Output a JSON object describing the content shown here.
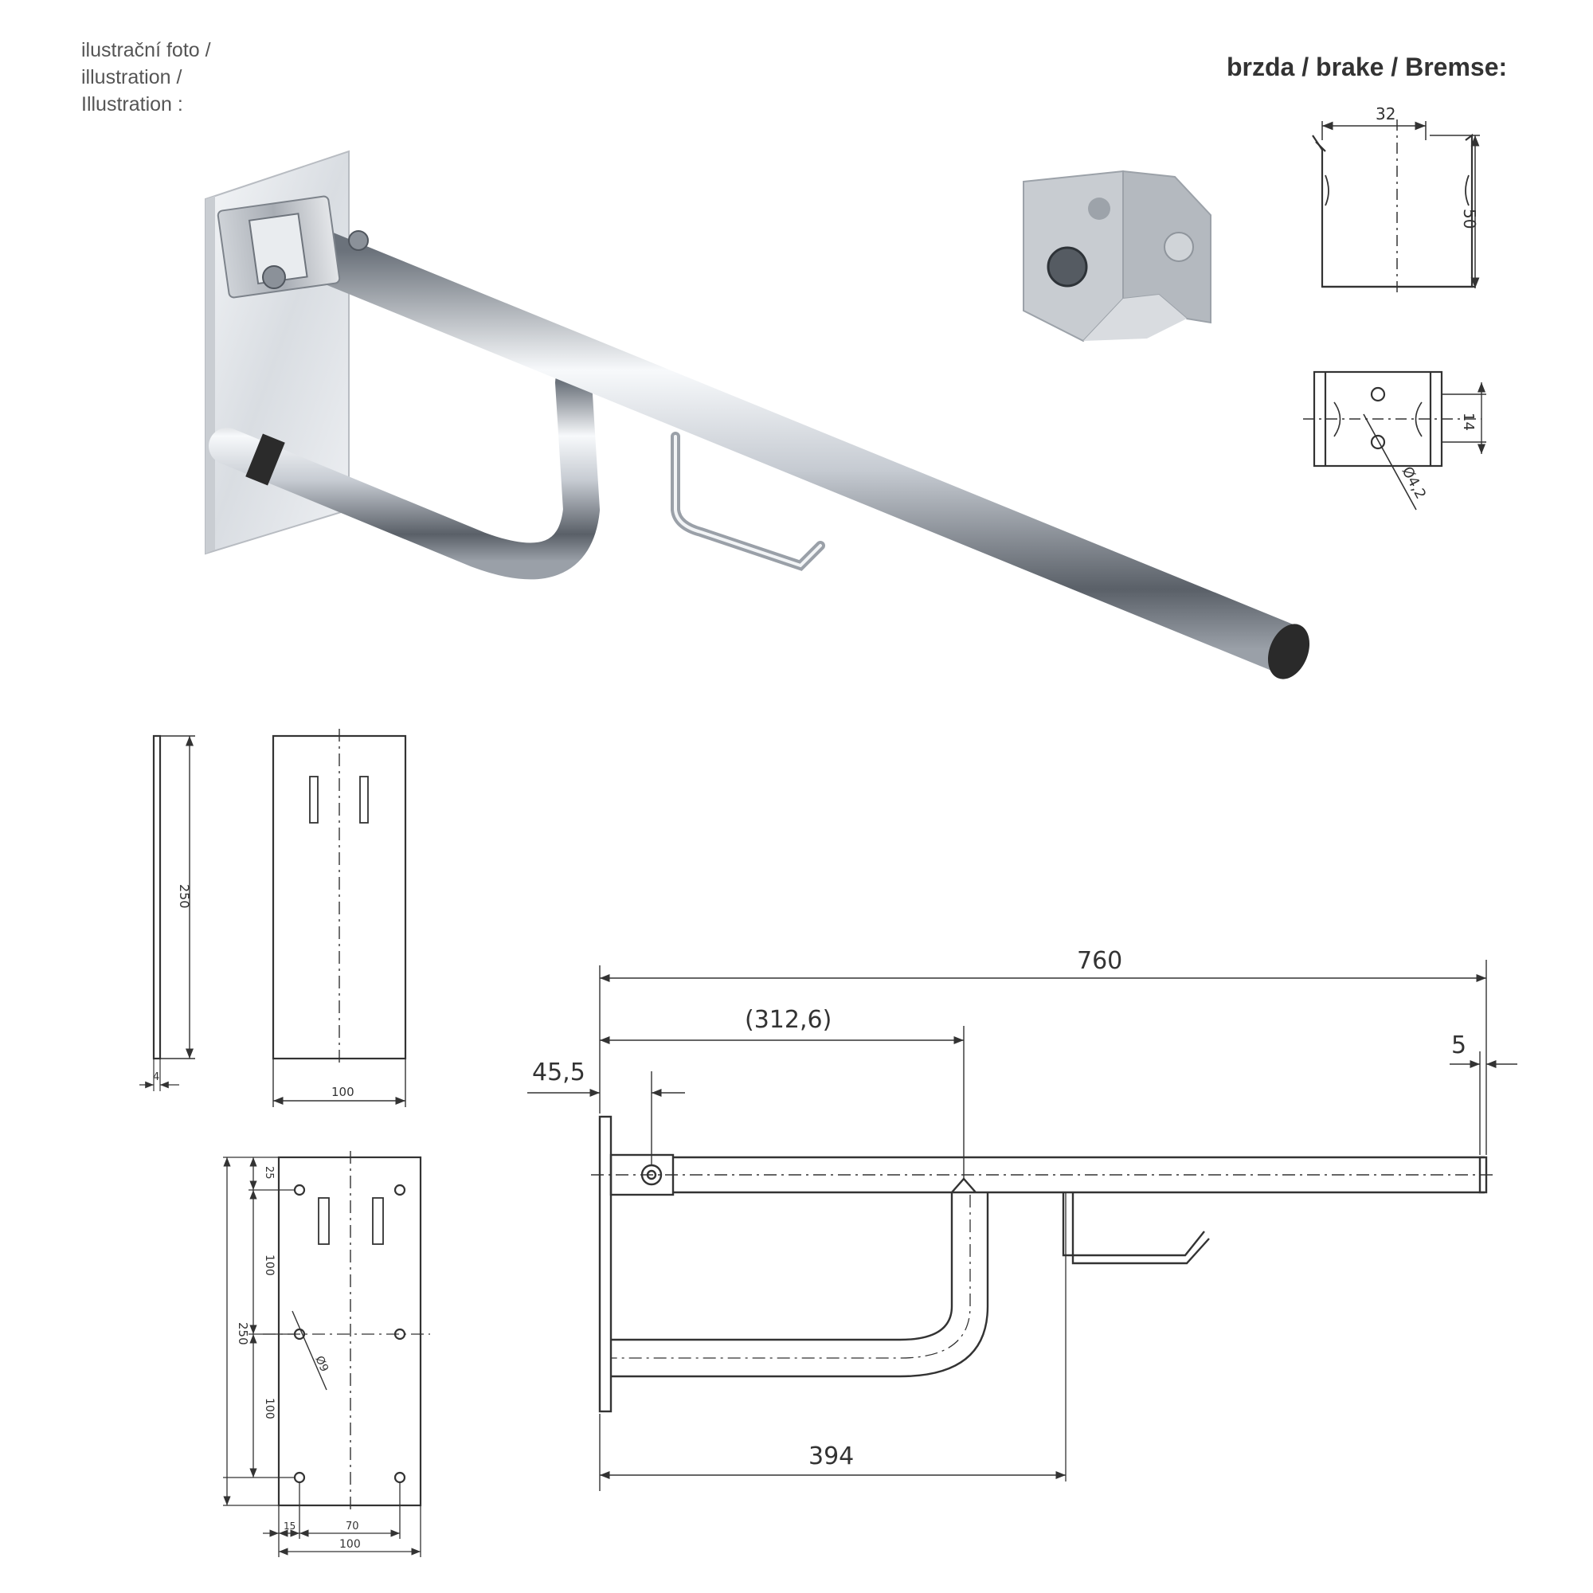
{
  "captions": {
    "illustration": [
      "ilustrační foto /",
      "illustration /",
      "Illustration :"
    ],
    "brake_title": "brzda / brake / Bremse:"
  },
  "dimensions": {
    "total_length": "760",
    "pivot_offset": "(312,6)",
    "plate_offset": "45,5",
    "end_cap": "5",
    "holder_position": "394",
    "plate_side_height": "250",
    "plate_side_thickness": "4",
    "plate_front_width": "100",
    "mount_height": "250",
    "mount_top": "25",
    "mount_upper": "100",
    "mount_lower": "100",
    "mount_left": "15",
    "mount_hole_spacing": "70",
    "mount_width": "100",
    "mount_hole_dia": "Ø9",
    "brake_width": "32",
    "brake_height": "50",
    "brake_hole_spacing": "14",
    "brake_hole_dia": "Ø4,2"
  },
  "colors": {
    "line": "#333333",
    "steel_light": "#f2f4f7",
    "steel_mid": "#b9bec6",
    "steel_dark": "#5a6068",
    "cap": "#2a2a2a"
  }
}
